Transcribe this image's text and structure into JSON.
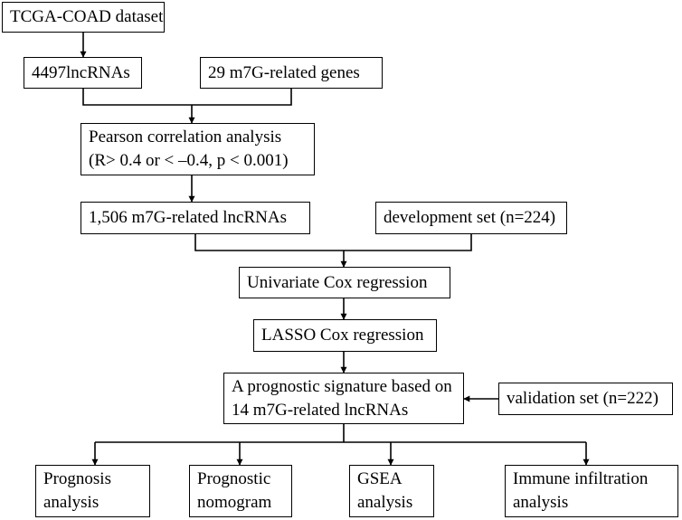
{
  "nodes": {
    "tcga": {
      "lines": [
        "TCGA-COAD dataset"
      ]
    },
    "lncrnas": {
      "lines": [
        "4497lncRNAs"
      ]
    },
    "genes": {
      "lines": [
        "29 m7G-related genes"
      ]
    },
    "pearson": {
      "lines": [
        "Pearson correlation analysis",
        "(R> 0.4 or < –0.4, p < 0.001)"
      ]
    },
    "m7g_lnc": {
      "lines": [
        "1,506 m7G-related lncRNAs"
      ]
    },
    "dev_set": {
      "lines": [
        "development set (n=224)"
      ]
    },
    "univariate": {
      "lines": [
        "Univariate Cox regression"
      ]
    },
    "lasso": {
      "lines": [
        "LASSO Cox regression"
      ]
    },
    "signature": {
      "lines": [
        "A prognostic signature based on",
        "14 m7G-related lncRNAs"
      ]
    },
    "validation": {
      "lines": [
        "validation set (n=222)"
      ]
    },
    "prognosis": {
      "lines": [
        "Prognosis",
        "analysis"
      ]
    },
    "nomogram": {
      "lines": [
        "Prognostic",
        "nomogram"
      ]
    },
    "gsea": {
      "lines": [
        "GSEA",
        "analysis"
      ]
    },
    "immune": {
      "lines": [
        "Immune infiltration",
        "analysis"
      ]
    }
  },
  "edges": [
    [
      "tcga",
      "lncrnas"
    ],
    [
      "lncrnas",
      "pearson"
    ],
    [
      "genes",
      "pearson"
    ],
    [
      "pearson",
      "m7g_lnc"
    ],
    [
      "m7g_lnc",
      "univariate"
    ],
    [
      "dev_set",
      "univariate"
    ],
    [
      "univariate",
      "lasso"
    ],
    [
      "lasso",
      "signature"
    ],
    [
      "validation",
      "signature"
    ],
    [
      "signature",
      "prognosis"
    ],
    [
      "signature",
      "nomogram"
    ],
    [
      "signature",
      "gsea"
    ],
    [
      "signature",
      "immune"
    ]
  ]
}
